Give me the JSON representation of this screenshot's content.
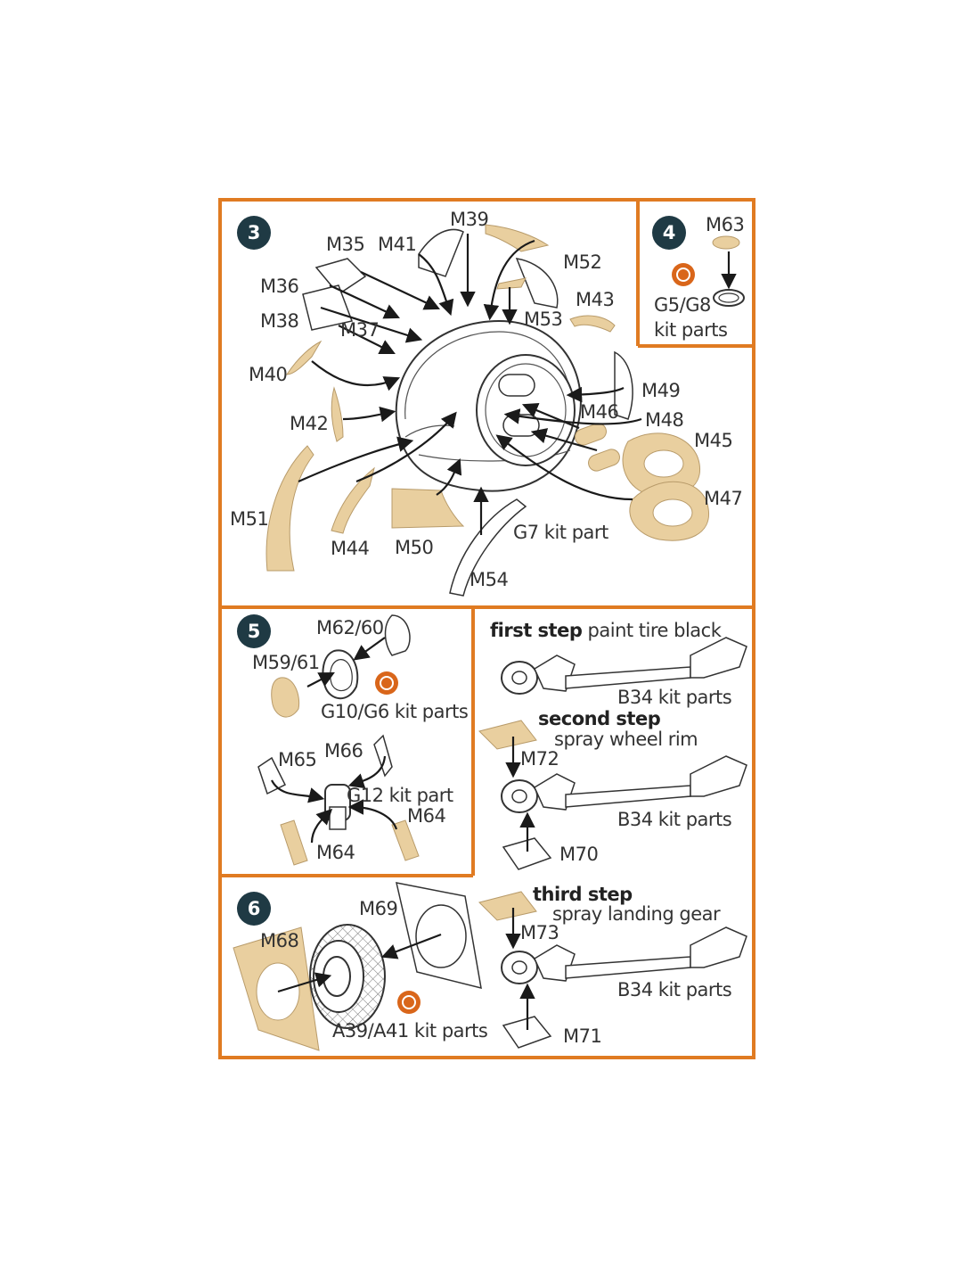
{
  "colors": {
    "border": "#e07b22",
    "tan": "#e9cf9f",
    "badge": "#1f3a44",
    "kit_icon": "#d9661a"
  },
  "icons": [
    "kit-part-icon",
    "arrow-icon"
  ],
  "step3": {
    "number": "3",
    "labels": {
      "m35": "M35",
      "m41": "M41",
      "m39": "M39",
      "m36": "M36",
      "m38": "M38",
      "m37": "M37",
      "m52": "M52",
      "m43": "M43",
      "m53": "M53",
      "m40": "M40",
      "m49": "M49",
      "m46": "M46",
      "m48": "M48",
      "m42": "M42",
      "m45": "M45",
      "m47": "M47",
      "m51": "M51",
      "m44": "M44",
      "m50": "M50",
      "g7": "G7 kit part",
      "m54": "M54"
    }
  },
  "step4": {
    "number": "4",
    "m63": "M63",
    "kit_line1": "G5/G8",
    "kit_line2": "kit parts"
  },
  "step5": {
    "number": "5",
    "m62_60": "M62/60",
    "m59_61": "M59/61",
    "g10_g6": "G10/G6 kit parts",
    "m65": "M65",
    "m66": "M66",
    "g12": "G12 kit part",
    "m64a": "M64",
    "m64b": "M64"
  },
  "gear": {
    "first_bold": "first step",
    "first_text": "paint tire black",
    "second_bold": "second step",
    "second_text": "spray wheel rim",
    "third_bold": "third step",
    "third_text": "spray landing gear",
    "b34": "B34 kit parts",
    "m72": "M72",
    "m70": "M70",
    "m73": "M73",
    "m71": "M71"
  },
  "step6": {
    "number": "6",
    "m69": "M69",
    "m68": "M68",
    "a39": "A39/A41 kit parts"
  }
}
